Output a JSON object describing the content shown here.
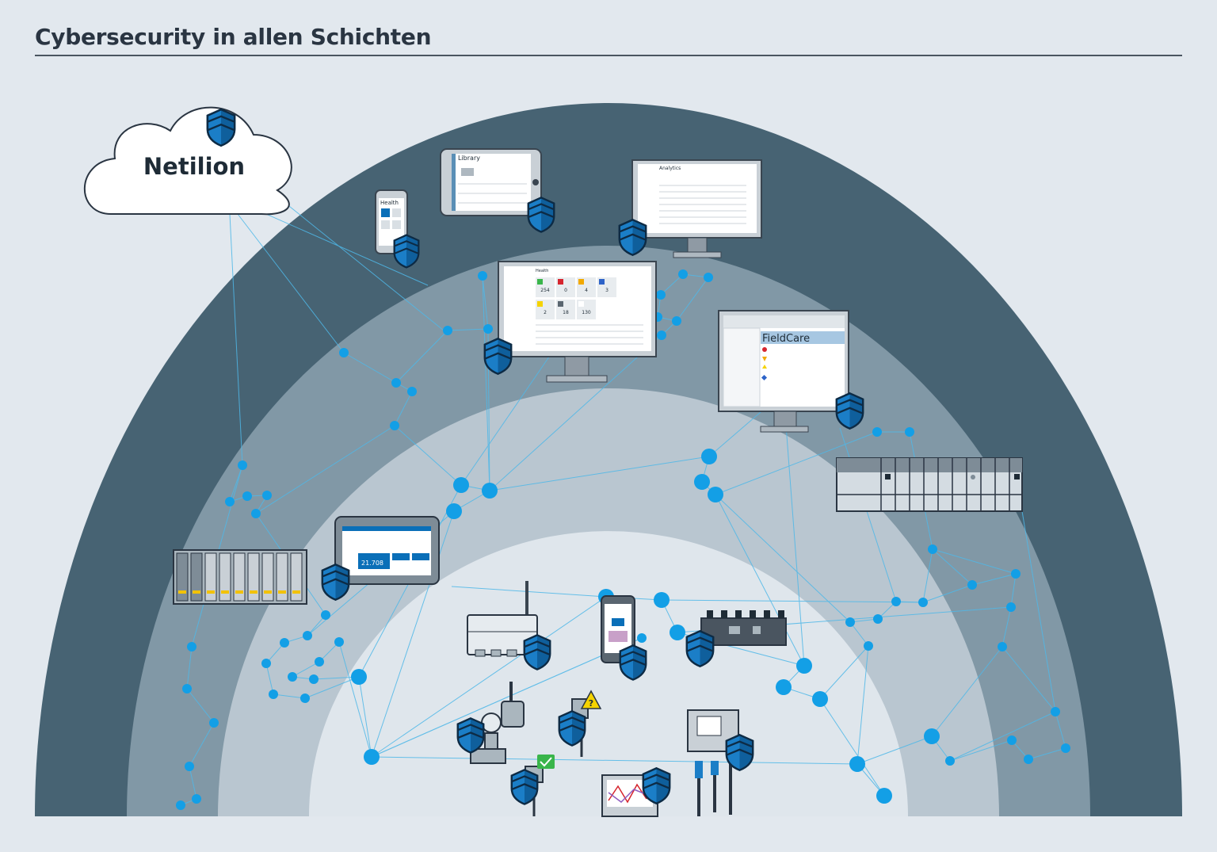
{
  "header": {
    "title": "Cybersecurity in allen Schichten"
  },
  "cloud": {
    "label": "Netilion"
  },
  "screens": {
    "phone_health": "Health",
    "tablet_library": "Library",
    "monitor_analytics": "Analytics",
    "monitor_health": "Health",
    "health_counts": [
      "254",
      "0",
      "4",
      "3",
      "2",
      "18",
      "130"
    ],
    "monitor_fieldcare": "FieldCare",
    "rugged_tablet_value": "21.708"
  },
  "colors": {
    "background": "#e2e8ee",
    "layer_outer": "#476373",
    "layer_middle": "#8198a6",
    "layer_inner": "#b9c6d0",
    "layer_core": "#dfe6ec",
    "network_line": "#4fb8e8",
    "network_node": "#139fe6",
    "shield": "#1b7ec7",
    "shield_dark": "#0f5f9c"
  }
}
